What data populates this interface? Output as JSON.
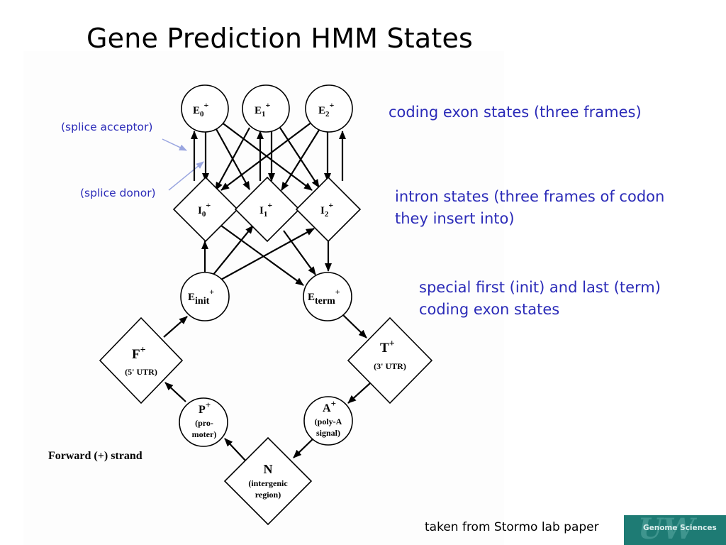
{
  "title": "Gene Prediction HMM States",
  "annotations": {
    "splice_acceptor": "(splice acceptor)",
    "splice_donor": "(splice donor)"
  },
  "notes": {
    "exon_states": "coding exon states (three frames)",
    "intron_line1": "intron states (three frames of codon",
    "intron_line2": "they insert into)",
    "special_line1": "special first (init) and last (term)",
    "special_line2": "coding exon states"
  },
  "diagram": {
    "strand_label": "Forward (+) strand",
    "states": {
      "E0": {
        "main": "E",
        "sub": "0",
        "sup": "+"
      },
      "E1": {
        "main": "E",
        "sub": "1",
        "sup": "+"
      },
      "E2": {
        "main": "E",
        "sub": "2",
        "sup": "+"
      },
      "I0": {
        "main": "I",
        "sub": "0",
        "sup": "+"
      },
      "I1": {
        "main": "I",
        "sub": "1",
        "sup": "+"
      },
      "I2": {
        "main": "I",
        "sub": "2",
        "sup": "+"
      },
      "Einit": {
        "main": "E",
        "sub": "init",
        "sup": "+"
      },
      "Eterm": {
        "main": "E",
        "sub": "term",
        "sup": "+"
      },
      "F": {
        "main": "F",
        "sup": "+",
        "desc": [
          "(5' UTR)"
        ]
      },
      "T": {
        "main": "T",
        "sup": "+",
        "desc": [
          "(3' UTR)"
        ]
      },
      "P": {
        "main": "P",
        "sup": "+",
        "desc": [
          "(pro-",
          "moter)"
        ]
      },
      "A": {
        "main": "A",
        "sup": "+",
        "desc": [
          "(poly-A",
          "signal)"
        ]
      },
      "N": {
        "main": "N",
        "desc": [
          "(intergenic",
          "region)"
        ]
      }
    }
  },
  "credit": "taken from Stormo lab paper",
  "logo": {
    "mark": "UW",
    "text": "Genome Sciences"
  },
  "colors": {
    "note_text": "#2b2bb8",
    "logo_bg": "#1e7b74",
    "annotation_arrow": "#9aa6e0"
  }
}
